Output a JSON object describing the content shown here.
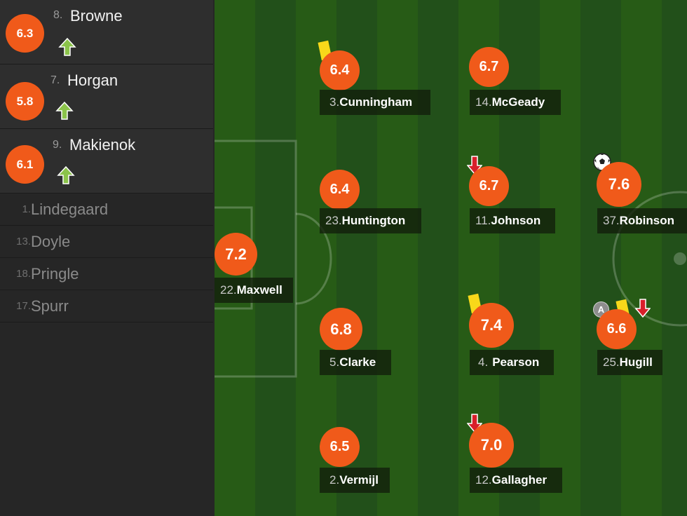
{
  "substitutes": [
    {
      "rating": "6.3",
      "number": "8.",
      "name": "Browne",
      "icon": "sub-in-arrow-icon"
    },
    {
      "rating": "5.8",
      "number": "7.",
      "name": "Horgan",
      "icon": "sub-in-arrow-icon"
    },
    {
      "rating": "6.1",
      "number": "9.",
      "name": "Makienok",
      "icon": "sub-in-arrow-icon"
    }
  ],
  "bench": [
    {
      "number": "1.",
      "name": "Lindegaard"
    },
    {
      "number": "13.",
      "name": "Doyle"
    },
    {
      "number": "18.",
      "name": "Pringle"
    },
    {
      "number": "17.",
      "name": "Spurr"
    }
  ],
  "players": [
    {
      "rating": "7.2",
      "number": "22.",
      "name": "Maxwell"
    },
    {
      "rating": "6.4",
      "number": "3.",
      "name": "Cunningham",
      "icon": "yellow-card-icon"
    },
    {
      "rating": "6.4",
      "number": "23.",
      "name": "Huntington"
    },
    {
      "rating": "6.8",
      "number": "5.",
      "name": "Clarke"
    },
    {
      "rating": "6.5",
      "number": "2.",
      "name": "Vermijl"
    },
    {
      "rating": "6.7",
      "number": "14.",
      "name": "McGeady"
    },
    {
      "rating": "6.7",
      "number": "11.",
      "name": "Johnson",
      "icon": "sub-out-arrow-icon"
    },
    {
      "rating": "7.4",
      "number": "4.",
      "name": "Pearson",
      "icon": "yellow-card-icon"
    },
    {
      "rating": "7.0",
      "number": "12.",
      "name": "Gallagher",
      "icon": "sub-out-arrow-icon"
    },
    {
      "rating": "7.6",
      "number": "37.",
      "name": "Robinson",
      "icon": "goal-ball-icon"
    },
    {
      "rating": "6.6",
      "number": "25.",
      "name": "Hugill",
      "captain": "A",
      "icons": [
        "captain-icon",
        "yellow-card-icon",
        "sub-out-arrow-icon"
      ]
    }
  ],
  "colors": {
    "rating_badge": "#f05a1a",
    "yellow_card": "#f8d81a",
    "sub_in_arrow": "#8bc34a",
    "sub_out_arrow": "#d81f2a",
    "pitch_stripe_light": "#275b16",
    "pitch_stripe_dark": "#22501a",
    "sidebar_bg": "#262626"
  }
}
